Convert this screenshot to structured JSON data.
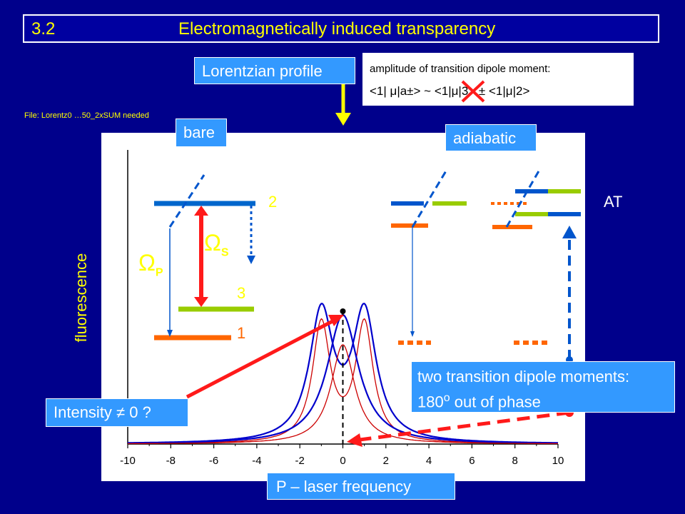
{
  "header": {
    "section_number": "3.2",
    "title": "Electromagnetically induced transparency"
  },
  "labels": {
    "lorentzian": "Lorentzian profile",
    "file_note": "File: Lorentz0 …50_2xSUM needed",
    "bare": "bare",
    "adiabatic": "adiabatic",
    "at": "AT",
    "fluorescence": "fluorescence",
    "level_2": "2",
    "level_3": "3",
    "level_1": "1",
    "omega_s": "Ω",
    "omega_s_sub": "S",
    "omega_p": "Ω",
    "omega_p_sub": "P",
    "intensity": "Intensity ≠ 0  ?",
    "laser_frequency": "P – laser frequency",
    "two_dipoles_line1": "two transition dipole moments:",
    "two_dipoles_line2": "180",
    "two_dipoles_sup": "o",
    "two_dipoles_tail": " out of phase"
  },
  "amplitude_box": {
    "line1": "amplitude of transition dipole moment:",
    "line2": "<1| μ|a±>  ~  <1|μ|3>  ±  <1|μ|2>"
  },
  "chart_data": {
    "type": "line",
    "xlim": [
      -10,
      10
    ],
    "x_ticks": [
      "-10",
      "-8",
      "-6",
      "-4",
      "-2",
      "0",
      "2",
      "4",
      "6",
      "8",
      "10"
    ],
    "series": [
      {
        "color": "#0000cc",
        "kind": "two Lorentzians, peaks at ±1"
      },
      {
        "color": "#cc0000",
        "kind": "two Lorentzians, peaks at ±1, narrower"
      },
      {
        "color": "#0000cc",
        "kind": "single Lorentzian at 0"
      },
      {
        "color": "#cc0000",
        "kind": "single Lorentzian at 0, narrower"
      }
    ]
  },
  "colors": {
    "background": "#00008b",
    "title": "#ffff00",
    "box_blue": "#3399ff",
    "arrow_red": "#ff1a1a",
    "arrow_yellow": "#ffff00",
    "level_green": "#99cc00",
    "level_orange": "#ff6600",
    "level_blue": "#0066cc"
  }
}
